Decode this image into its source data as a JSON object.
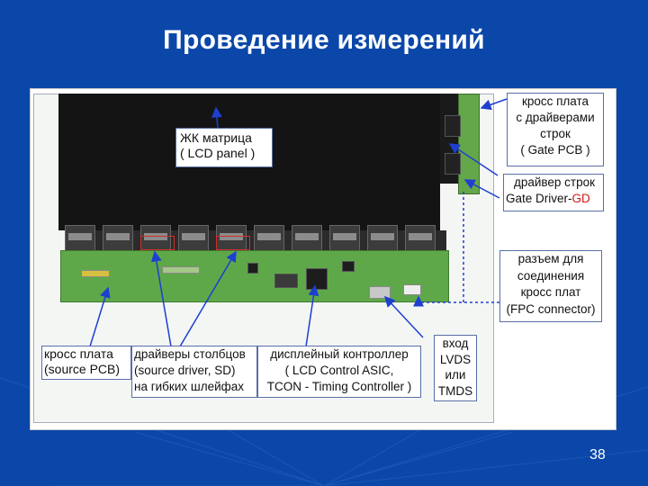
{
  "slide": {
    "title": "Проведение измерений",
    "page_number": "38"
  },
  "labels": {
    "lcd_panel": [
      "ЖК матрица",
      "( LCD panel )"
    ],
    "gate_pcb": [
      "кросс плата",
      "с драйверами",
      "строк",
      "( Gate PCB )"
    ],
    "gate_driver": [
      "драйвер строк",
      "Gate Driver-",
      "GD"
    ],
    "fpc_connector": [
      "разъем для",
      "соединения",
      "кросс плат",
      "(FPC connector)"
    ],
    "source_pcb": [
      "кросс плата",
      "(source PCB)"
    ],
    "source_driver": [
      "драйверы столбцов",
      "(source driver, SD)",
      "на гибких шлейфах"
    ],
    "controller": [
      "дисплейный контроллер",
      "( LCD Control ASIC,",
      "TCON - Timing Controller )"
    ],
    "input": [
      "вход",
      "LVDS",
      "или",
      "TMDS"
    ]
  },
  "colors": {
    "background": "#0a47a8",
    "pcb_green": "#5fa84a",
    "label_border": "#5a6fa8",
    "arrow_blue": "#1e3fd0",
    "highlight_red": "#d01818"
  }
}
